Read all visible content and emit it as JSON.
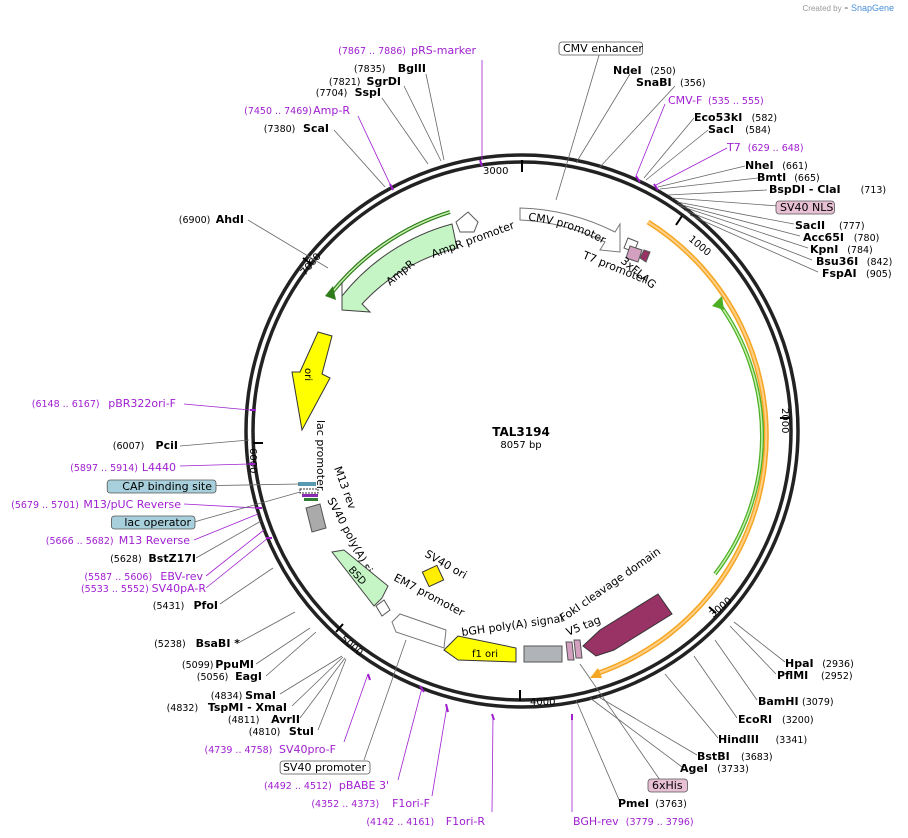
{
  "credit": {
    "prefix": "Created by",
    "brand": "SnapGene"
  },
  "plasmid": {
    "name": "TAL3194",
    "size": "8057 bp"
  },
  "ruler": [
    "1000",
    "2000",
    "3000",
    "4000",
    "5000",
    "6000",
    "7000",
    "3000"
  ],
  "colors": {
    "primer": "#a020d0",
    "enzyme": "#000000",
    "orange": "#f5a623",
    "green": "#4caf23",
    "ori": "#ffff00",
    "marker": "#c5f5c5",
    "promoter": "#ffffff",
    "fok": "#993366",
    "tag": "#d4a0c0",
    "bgh": "#b0b4b8",
    "sv40": "#ffee00"
  },
  "right_labels": [
    {
      "name": "CMV enhancer",
      "pos": "",
      "type": "box"
    },
    {
      "name": "NdeI",
      "pos": "(250)",
      "type": "enzyme"
    },
    {
      "name": "SnaBI",
      "pos": "(356)",
      "type": "enzyme"
    },
    {
      "name": "CMV-F",
      "pos": "(535 .. 555)",
      "type": "primer"
    },
    {
      "name": "Eco53kI",
      "pos": "(582)",
      "type": "enzyme"
    },
    {
      "name": "SacI",
      "pos": "(584)",
      "type": "enzyme"
    },
    {
      "name": "T7",
      "pos": "(629 .. 648)",
      "type": "primer"
    },
    {
      "name": "NheI",
      "pos": "(661)",
      "type": "enzyme"
    },
    {
      "name": "BmtI",
      "pos": "(665)",
      "type": "enzyme"
    },
    {
      "name": "BspDI - ClaI",
      "pos": "(713)",
      "type": "enzyme"
    },
    {
      "name": "SV40 NLS",
      "pos": "",
      "type": "pinkbox"
    },
    {
      "name": "SacII",
      "pos": "(777)",
      "type": "enzyme"
    },
    {
      "name": "Acc65I",
      "pos": "(780)",
      "type": "enzyme"
    },
    {
      "name": "KpnI",
      "pos": "(784)",
      "type": "enzyme"
    },
    {
      "name": "Bsu36I",
      "pos": "(842)",
      "type": "enzyme"
    },
    {
      "name": "FspAI",
      "pos": "(905)",
      "type": "enzyme"
    },
    {
      "name": "HpaI",
      "pos": "(2936)",
      "type": "enzyme"
    },
    {
      "name": "PflMI",
      "pos": "(2952)",
      "type": "enzyme"
    },
    {
      "name": "BamHI",
      "pos": "(3079)",
      "type": "enzyme"
    },
    {
      "name": "EcoRI",
      "pos": "(3200)",
      "type": "enzyme"
    },
    {
      "name": "HindIII",
      "pos": "(3341)",
      "type": "enzyme"
    },
    {
      "name": "BstBI",
      "pos": "(3683)",
      "type": "enzyme"
    },
    {
      "name": "AgeI",
      "pos": "(3733)",
      "type": "enzyme"
    },
    {
      "name": "6xHis",
      "pos": "",
      "type": "pinkbox"
    },
    {
      "name": "PmeI",
      "pos": "(3763)",
      "type": "enzyme"
    },
    {
      "name": "BGH-rev",
      "pos": "(3779 .. 3796)",
      "type": "primer"
    }
  ],
  "left_labels": [
    {
      "name": "pRS-marker",
      "pos": "(7867 .. 7886)",
      "type": "primer"
    },
    {
      "name": "BglII",
      "pos": "(7835)",
      "type": "enzyme"
    },
    {
      "name": "SgrDI",
      "pos": "(7821)",
      "type": "enzyme"
    },
    {
      "name": "SspI",
      "pos": "(7704)",
      "type": "enzyme"
    },
    {
      "name": "Amp-R",
      "pos": "(7450 .. 7469)",
      "type": "primer"
    },
    {
      "name": "ScaI",
      "pos": "(7380)",
      "type": "enzyme"
    },
    {
      "name": "AhdI",
      "pos": "(6900)",
      "type": "enzyme"
    },
    {
      "name": "pBR322ori-F",
      "pos": "(6148 .. 6167)",
      "type": "primer"
    },
    {
      "name": "PciI",
      "pos": "(6007)",
      "type": "enzyme"
    },
    {
      "name": "L4440",
      "pos": "(5897 .. 5914)",
      "type": "primer"
    },
    {
      "name": "CAP binding site",
      "pos": "",
      "type": "bluebox"
    },
    {
      "name": "M13/pUC Reverse",
      "pos": "(5679 .. 5701)",
      "type": "primer"
    },
    {
      "name": "lac operator",
      "pos": "",
      "type": "bluebox"
    },
    {
      "name": "M13 Reverse",
      "pos": "(5666 .. 5682)",
      "type": "primer"
    },
    {
      "name": "BstZ17I",
      "pos": "(5628)",
      "type": "enzyme"
    },
    {
      "name": "EBV-rev",
      "pos": "(5587 .. 5606)",
      "type": "primer"
    },
    {
      "name": "SV40pA-R",
      "pos": "(5533 .. 5552)",
      "type": "primer"
    },
    {
      "name": "PfoI",
      "pos": "(5431)",
      "type": "enzyme"
    },
    {
      "name": "BsaBI *",
      "pos": "(5238)",
      "type": "enzyme"
    },
    {
      "name": "PpuMI",
      "pos": "(5099)",
      "type": "enzyme"
    },
    {
      "name": "EagI",
      "pos": "(5056)",
      "type": "enzyme"
    },
    {
      "name": "SmaI",
      "pos": "(4834)",
      "type": "enzyme"
    },
    {
      "name": "TspMI - XmaI",
      "pos": "(4832)",
      "type": "enzyme"
    },
    {
      "name": "AvrII",
      "pos": "(4811)",
      "type": "enzyme"
    },
    {
      "name": "StuI",
      "pos": "(4810)",
      "type": "enzyme"
    },
    {
      "name": "SV40pro-F",
      "pos": "(4739 .. 4758)",
      "type": "primer"
    },
    {
      "name": "SV40 promoter",
      "pos": "",
      "type": "box"
    },
    {
      "name": "pBABE 3'",
      "pos": "(4492 .. 4512)",
      "type": "primer"
    },
    {
      "name": "F1ori-F",
      "pos": "(4352 .. 4373)",
      "type": "primer"
    },
    {
      "name": "F1ori-R",
      "pos": "(4142 .. 4161)",
      "type": "primer"
    }
  ],
  "features": [
    "CMV promoter",
    "T7 promoter",
    "3xFLAG",
    "AmpR promoter",
    "AmpR",
    "ori",
    "lac promoter",
    "M13 rev",
    "SV40 poly(A) signal",
    "SV40 ori",
    "BSD",
    "EM7 promoter",
    "bGH poly(A) signal",
    "f1 ori",
    "V5 tag",
    "FokI cleavage domain"
  ]
}
